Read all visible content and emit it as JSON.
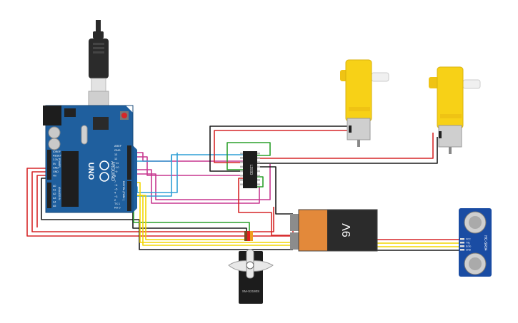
{
  "arduino": {
    "logo_text": "ARDUINO",
    "model_text": "UNO",
    "header_labels_top": [
      "AREF",
      "GND",
      "13",
      "12",
      "~11",
      "~10",
      "~9",
      "8"
    ],
    "header_labels_mid": [
      "7",
      "~6",
      "~5",
      "4",
      "~3",
      "2",
      "TX 1",
      "RX 0"
    ],
    "header_labels_power": [
      "IOREF",
      "RESET",
      "3.3V",
      "5V",
      "GND",
      "GND",
      "Vin"
    ],
    "header_labels_analog": [
      "A0",
      "A1",
      "A2",
      "A3",
      "A4",
      "A5"
    ],
    "digital_caption": "DIGITAL (PWM~)",
    "power_caption": "POWER",
    "analog_caption": "ANALOG IN"
  },
  "driver": {
    "label": "L293D"
  },
  "battery": {
    "label": "9V"
  },
  "servo": {
    "label": "SM-S2180S"
  },
  "ultrasonic": {
    "label": "HC-SR04",
    "pins": [
      "VCC",
      "Trig",
      "Echo",
      "GND"
    ]
  },
  "colors": {
    "board": "#1f5f9e",
    "wire_red": "#d62728",
    "wire_black": "#1b1b1b",
    "wire_blue": "#2f9fd6",
    "wire_magenta": "#c7378f",
    "wire_green": "#2ca02c",
    "wire_yellow": "#f2d600",
    "motor_yellow": "#f7d117",
    "battery_orange": "#e3893a"
  }
}
